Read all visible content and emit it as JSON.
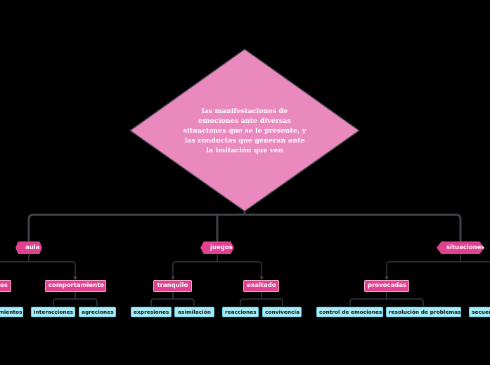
{
  "colors": {
    "background": "#000000",
    "root": "#e989be",
    "pink_node": "#e0428f",
    "cyan_node": "#a6ebf7",
    "connector": "#3d4349"
  },
  "root": {
    "text": "las manifestaciones de emociones ante diversas situaciones que se le presente, y las conductas que generan ante la imitación que ven"
  },
  "branches": [
    {
      "label": "aula",
      "children": [
        {
          "label": "es",
          "leaves": [
            "mientos"
          ]
        },
        {
          "label": "comportamiento",
          "leaves": [
            "interacciones",
            "agreciones"
          ]
        }
      ]
    },
    {
      "label": "juegos",
      "children": [
        {
          "label": "tranquilo",
          "leaves": [
            "expresiones",
            "asimilación"
          ]
        },
        {
          "label": "exaltado",
          "leaves": [
            "reacciones",
            "convivencia"
          ]
        }
      ]
    },
    {
      "label": "situaciones",
      "children": [
        {
          "label": "provocadas",
          "leaves": [
            "control de emociones",
            "resolución de problemas"
          ]
        },
        {
          "label": "",
          "leaves": [
            "secuen"
          ]
        }
      ]
    }
  ]
}
